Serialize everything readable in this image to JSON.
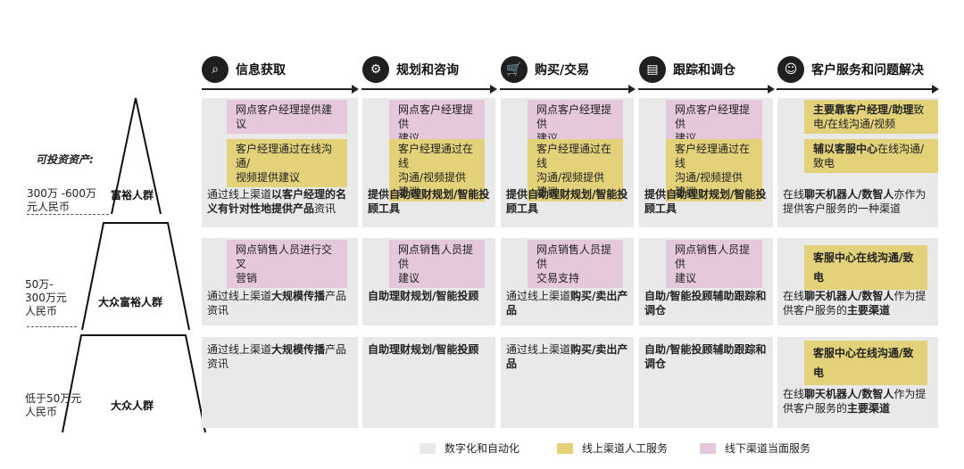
{
  "stages": [
    {
      "label": "信息获取",
      "icon": "magnifier-icon",
      "glyph": "⌕"
    },
    {
      "label": "规划和咨询",
      "icon": "planning-gears-icon",
      "glyph": "⚙"
    },
    {
      "label": "购买/交易",
      "icon": "shopping-cart-icon",
      "glyph": "🛒"
    },
    {
      "label": "跟踪和调仓",
      "icon": "monitor-chart-icon",
      "glyph": "▤"
    },
    {
      "label": "客户服务和问题解决",
      "icon": "customer-service-icon",
      "glyph": "☺"
    }
  ],
  "side": {
    "asset_label": "可投资资产:",
    "tiers": [
      {
        "range": "300万 -600万\n元人民币",
        "name": "富裕人群"
      },
      {
        "range": "50万-\n300万元\n人民币",
        "name": "大众富裕人群"
      },
      {
        "range": "低于50万元\n人民币",
        "name": "大众人群"
      }
    ]
  },
  "rows": [
    {
      "cells": [
        {
          "pink": "网点客户经理提供建议",
          "gold": "客户经理通过在线沟通/\n视频提供建议",
          "text": [
            {
              "t": "通过线上渠道",
              "b": false
            },
            {
              "t": "以客户经理的名义有针对性地提供产品",
              "b": true
            },
            {
              "t": "资讯",
              "b": false
            }
          ]
        },
        {
          "pink": "网点客户经理提供\n建议",
          "gold": "客户经理通过在线\n沟通/视频提供建议",
          "text": [
            {
              "t": "提供自助理财规划/智能投顾工具",
              "b": true
            }
          ]
        },
        {
          "pink": "网点客户经理提供\n建议",
          "gold": "客户经理通过在线\n沟通/视频提供建议",
          "text": [
            {
              "t": "提供自助理财规划/智能投顾工具",
              "b": true
            }
          ]
        },
        {
          "pink": "网点客户经理提供\n建议",
          "gold": "客户经理通过在线\n沟通/视频提供建议",
          "text": [
            {
              "t": "提供自助理财规划/智能投顾工具",
              "b": true
            }
          ]
        },
        {
          "gold1": [
            {
              "t": "主要靠客户经理/助理",
              "b": true
            },
            {
              "t": "致电/在线沟通/视频",
              "b": false
            }
          ],
          "gold2": [
            {
              "t": "辅以客服中心",
              "b": true
            },
            {
              "t": "在线沟通/致电",
              "b": false
            }
          ],
          "text": [
            {
              "t": "在线",
              "b": false
            },
            {
              "t": "聊天机器人/数智人",
              "b": true
            },
            {
              "t": "亦作为提供客户服务的一种渠道",
              "b": false
            }
          ]
        }
      ]
    },
    {
      "cells": [
        {
          "pink": "网点销售人员进行交叉\n营销",
          "text": [
            {
              "t": "通过线上渠道",
              "b": false
            },
            {
              "t": "大规模传播",
              "b": true
            },
            {
              "t": "产品资讯",
              "b": false
            }
          ]
        },
        {
          "pink": "网点销售人员提供\n建议",
          "text": [
            {
              "t": "自助理财规划/智能投顾",
              "b": true
            }
          ]
        },
        {
          "pink": "网点销售人员提供\n交易支持",
          "text": [
            {
              "t": "通过线上渠道",
              "b": false
            },
            {
              "t": "购买/卖出产品",
              "b": true
            }
          ]
        },
        {
          "pink": "网点销售人员提供\n建议",
          "text": [
            {
              "t": "自助/智能投顾辅助跟踪和调仓",
              "b": true
            }
          ]
        },
        {
          "gold": "客服中心在线沟通/致电",
          "text": [
            {
              "t": "在线",
              "b": false
            },
            {
              "t": "聊天机器人/数智人",
              "b": true
            },
            {
              "t": "作为提供客户服务的",
              "b": false
            },
            {
              "t": "主要渠道",
              "b": true
            }
          ]
        }
      ]
    },
    {
      "cells": [
        {
          "text": [
            {
              "t": "通过线上渠道",
              "b": false
            },
            {
              "t": "大规模传播",
              "b": true
            },
            {
              "t": "产品资讯",
              "b": false
            }
          ]
        },
        {
          "text": [
            {
              "t": "自助理财规划/智能投顾",
              "b": true
            }
          ]
        },
        {
          "text": [
            {
              "t": "通过线上渠道",
              "b": false
            },
            {
              "t": "购买/卖出产品",
              "b": true
            }
          ]
        },
        {
          "text": [
            {
              "t": "自助/智能投顾辅助跟踪和调仓",
              "b": true
            }
          ]
        },
        {
          "gold": "客服中心在线沟通/致电",
          "text": [
            {
              "t": "在线",
              "b": false
            },
            {
              "t": "聊天机器人/数智人",
              "b": true
            },
            {
              "t": "作为提供客户服务的",
              "b": false
            },
            {
              "t": "主要渠道",
              "b": true
            }
          ]
        }
      ]
    }
  ],
  "legend": [
    {
      "label": "数字化和自动化",
      "color": "#e9e9e9"
    },
    {
      "label": "线上渠道人工服务",
      "color": "#e3d27a"
    },
    {
      "label": "线下渠道当面服务",
      "color": "#e6c8dc"
    }
  ],
  "colors": {
    "pink": "#e6c8dc",
    "gold": "#e3d27a",
    "grey": "#e9e9e9",
    "ink": "#222222"
  }
}
